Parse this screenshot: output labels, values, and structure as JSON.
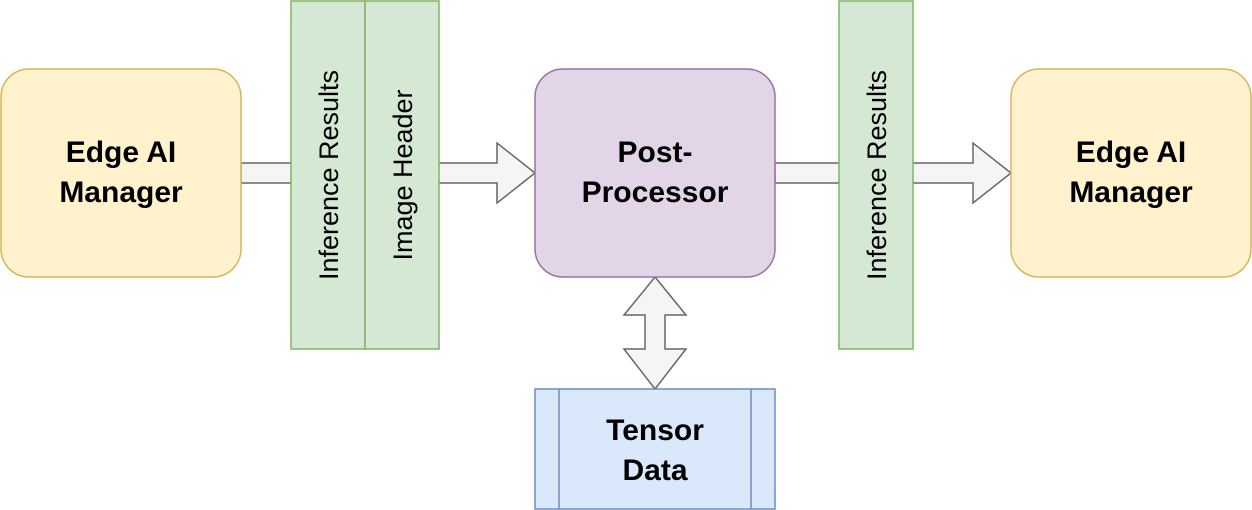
{
  "diagram": {
    "type": "data-flow",
    "nodes": {
      "source_manager": {
        "lines": [
          "Edge AI",
          "Manager"
        ],
        "fill": "#fff2cc",
        "stroke": "#d6b656"
      },
      "post_processor": {
        "lines": [
          "Post-",
          "Processor"
        ],
        "fill": "#e1d5e7",
        "stroke": "#9673a6"
      },
      "target_manager": {
        "lines": [
          "Edge AI",
          "Manager"
        ],
        "fill": "#fff2cc",
        "stroke": "#d6b656"
      },
      "tensor_data": {
        "lines": [
          "Tensor",
          "Data"
        ],
        "fill": "#dae8fc",
        "stroke": "#6c8ebf"
      }
    },
    "packets": {
      "input": [
        "Inference Results",
        "Image Header"
      ],
      "output": [
        "Inference Results"
      ],
      "fill": "#d5e8d4",
      "stroke": "#82b366"
    },
    "arrows": {
      "fill": "#f5f5f5",
      "stroke": "#666666",
      "edges": [
        {
          "from": "Edge AI Manager",
          "to": "Post-Processor",
          "direction": "one-way"
        },
        {
          "from": "Post-Processor",
          "to": "Edge AI Manager",
          "direction": "one-way"
        },
        {
          "from": "Post-Processor",
          "to": "Tensor Data",
          "direction": "bidirectional"
        }
      ]
    }
  }
}
